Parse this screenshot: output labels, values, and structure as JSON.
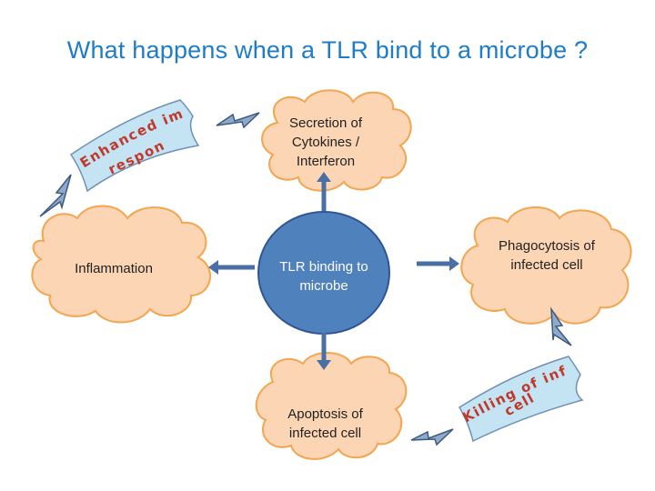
{
  "title": "What happens when a TLR bind to a microbe ?",
  "nodes": {
    "center": "TLR binding to microbe",
    "top": "Secretion of Cytokines / Interferon",
    "left": "Inflammation",
    "right": "Phagocytosis of infected cell",
    "bottom": "Apoptosis of infected cell"
  },
  "banners": {
    "immune_line1": "Enhanced immune",
    "immune_line2": "response",
    "killing_line1": "Killing of infected",
    "killing_line2": "cell"
  },
  "colors": {
    "title": "#1f7cc7",
    "cloud_fill": "#fcd5b4",
    "cloud_stroke": "#f4a54f",
    "center_fill": "#4f81bd",
    "center_stroke": "#2f5597",
    "arrow": "#4a6fa5",
    "banner_fill": "#c4e4f4",
    "banner_text": "#c0392b"
  }
}
